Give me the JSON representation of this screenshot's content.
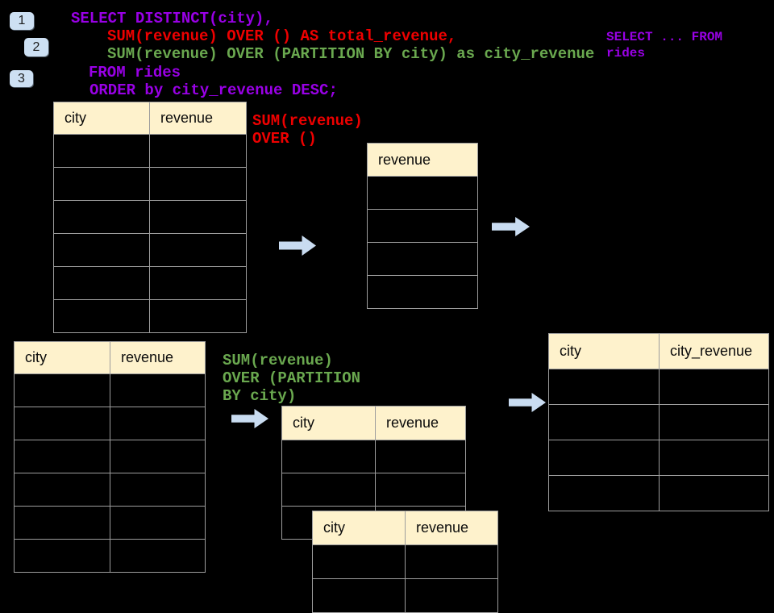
{
  "colors": {
    "background": "#000000",
    "code_purple": "#9900E6",
    "code_red": "#EE0000",
    "code_green": "#6AA84F",
    "arrow_blue": "#C9DCF1",
    "badge_blue": "#CDE0F3",
    "header_cream": "#FEF2CC",
    "table_border": "#9D9D9D"
  },
  "badges": [
    "1",
    "2",
    "3"
  ],
  "code": {
    "lines": [
      {
        "text": "SELECT DISTINCT(city),",
        "color": "#9900E6"
      },
      {
        "text": "SUM(revenue) OVER () AS total_revenue,",
        "color": "#EE0000"
      },
      {
        "text": "SUM(revenue) OVER (PARTITION BY city) as city_revenue",
        "color": "#6AA84F"
      },
      {
        "text": "FROM rides",
        "color": "#9900E6"
      },
      {
        "text": "ORDER by city_revenue DESC;",
        "color": "#9900E6"
      }
    ]
  },
  "side_code": {
    "lines": [
      {
        "text": "SELECT ... FROM",
        "color": "#9900E6"
      },
      {
        "text": "rides",
        "color": "#9900E6"
      }
    ]
  },
  "annotations": {
    "total_revenue": {
      "color": "#EE0000",
      "lines": [
        "SUM(revenue)",
        "OVER ()"
      ]
    },
    "partition": {
      "color": "#6AA84F",
      "lines": [
        "SUM(revenue)",
        "OVER (PARTITION",
        "BY city)"
      ]
    }
  },
  "tables": {
    "source_top": {
      "columns": [
        "city",
        "revenue"
      ],
      "empty_rows": 6
    },
    "total_revenue": {
      "columns": [
        "revenue"
      ],
      "empty_rows": 4
    },
    "source_bottom": {
      "columns": [
        "city",
        "revenue"
      ],
      "empty_rows": 6
    },
    "partition_mid": {
      "columns": [
        "city",
        "revenue"
      ],
      "empty_rows": 3
    },
    "partition_overlay": {
      "columns": [
        "city",
        "revenue"
      ],
      "empty_rows": 2
    },
    "result": {
      "columns": [
        "city",
        "city_revenue"
      ],
      "empty_rows": 4
    }
  }
}
